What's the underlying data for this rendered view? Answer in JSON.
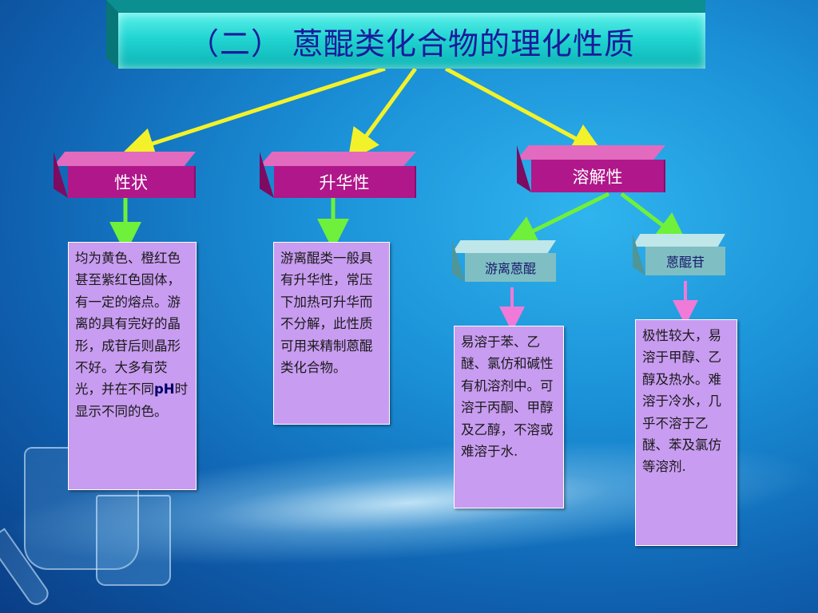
{
  "title": "（二）  蒽醌类化合物的理化性质",
  "branches": {
    "appearance": {
      "label": "性状",
      "text_a": "均为黄色、橙红色甚至紫红色固体，有一定的熔点。游离的具有完好的晶形，成苷后则晶形不好。大多有荧光，并在不同",
      "text_ph": "pH",
      "text_b": "时显示不同的色。"
    },
    "sublimation": {
      "label": "升华性",
      "text": "游离醌类一般具有升华性，常压下加热可升华而不分解，此性质可用来精制蒽醌类化合物。"
    },
    "solubility": {
      "label": "溶解性",
      "free": {
        "label": "游离蒽醌",
        "text": "易溶于苯、乙醚、氯仿和碱性有机溶剂中。可溶于丙酮、甲醇及乙醇，不溶或难溶于水."
      },
      "glycoside": {
        "label": "蒽醌苷",
        "text": "极性较大，易溶于甲醇、乙醇及热水。难溶于冷水，几乎不溶于乙醚、苯及氯仿等溶剂."
      }
    }
  },
  "colors": {
    "yellow_arrow": "#f3f22a",
    "green_arrow": "#6ff03b",
    "pink_arrow": "#f07ad8",
    "magenta_box": "#b0178a",
    "teal_box": "#7fbfc3",
    "panel": "#c89cf0",
    "title_text": "#1a1a9a"
  }
}
